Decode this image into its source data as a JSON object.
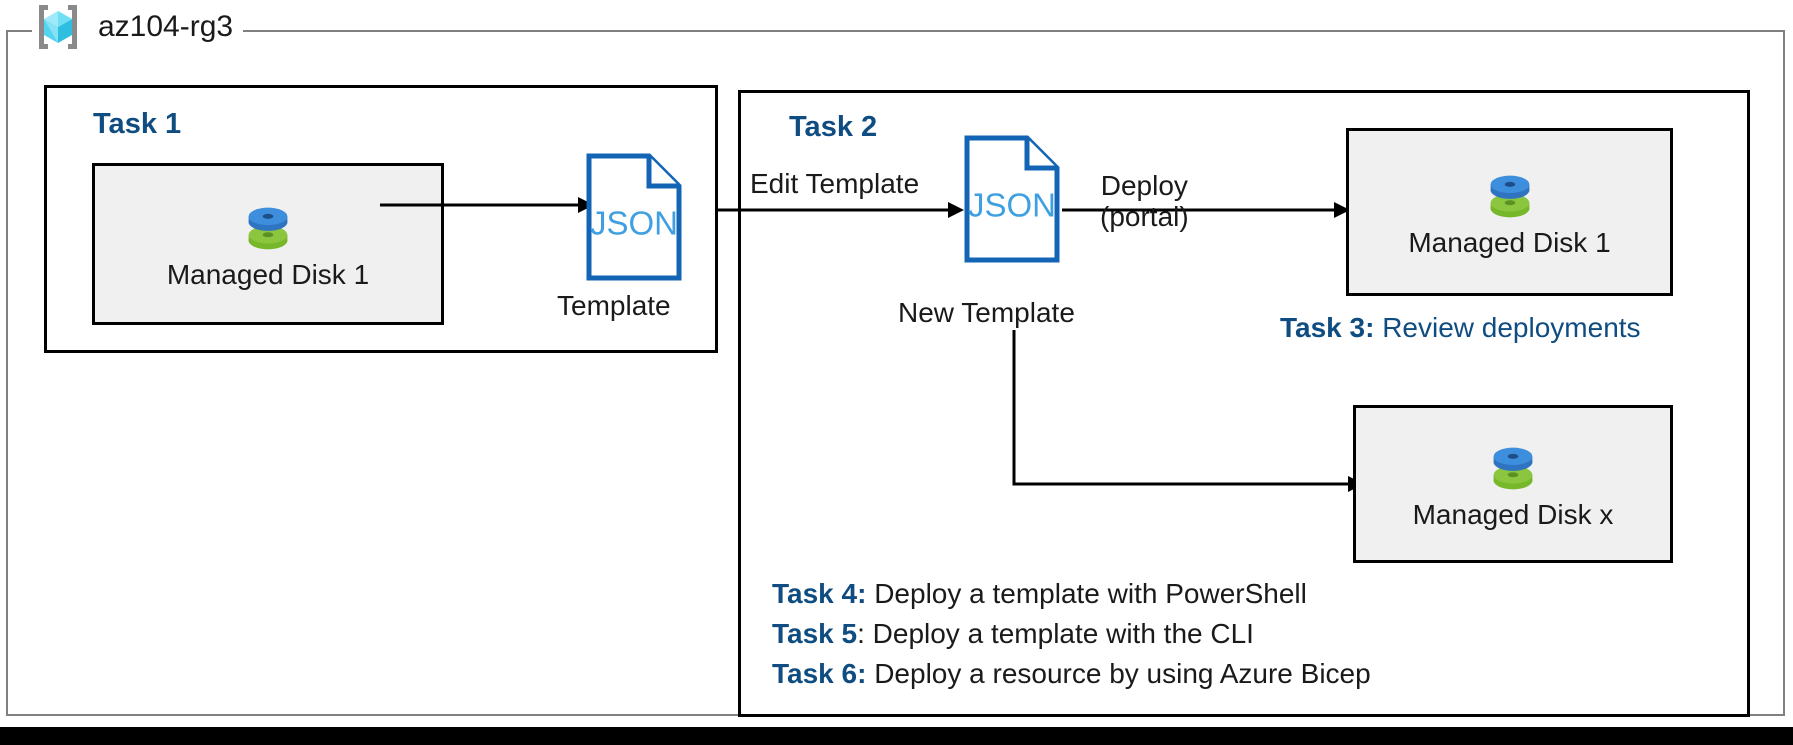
{
  "resource_group": {
    "name": "az104-rg3",
    "icon": "azure-resource-group-icon"
  },
  "tasks": {
    "task1": {
      "heading": "Task 1",
      "resource": {
        "label": "Managed Disk 1",
        "icon": "managed-disk-icon"
      },
      "artifact": {
        "icon": "json-document-icon",
        "icon_text": "JSON",
        "caption": "Template"
      },
      "arrow_label": ""
    },
    "task2": {
      "heading": "Task 2",
      "edit_arrow_label": "Edit Template",
      "artifact": {
        "icon": "json-document-icon",
        "icon_text": "JSON",
        "caption": "New Template"
      },
      "deploy_arrow_label_line1": "Deploy",
      "deploy_arrow_label_line2": "(portal)",
      "deployed_resources": [
        {
          "label": "Managed Disk 1",
          "icon": "managed-disk-icon"
        },
        {
          "label": "Managed Disk x",
          "icon": "managed-disk-icon"
        }
      ]
    },
    "task3": {
      "number": "Task 3:",
      "description": " Review deployments"
    },
    "task4": {
      "number": "Task 4:",
      "description": " Deploy a template with PowerShell"
    },
    "task5": {
      "number": "Task 5",
      "description": ": Deploy a template with the CLI"
    },
    "task6": {
      "number": "Task 6:",
      "description": " Deploy a resource by using Azure Bicep"
    }
  },
  "colors": {
    "task_heading_blue": "#0f4c81",
    "json_outline_blue": "#1364b4",
    "json_text_blue": "#3f9fe0",
    "resource_box_fill": "#f0f0f0",
    "frame_gray": "#808080",
    "disk_blue": "#3e8ede",
    "disk_green": "#76b82a",
    "rg_cube_cyan": "#5ddcf5",
    "bracket_gray": "#8a8a8a"
  }
}
